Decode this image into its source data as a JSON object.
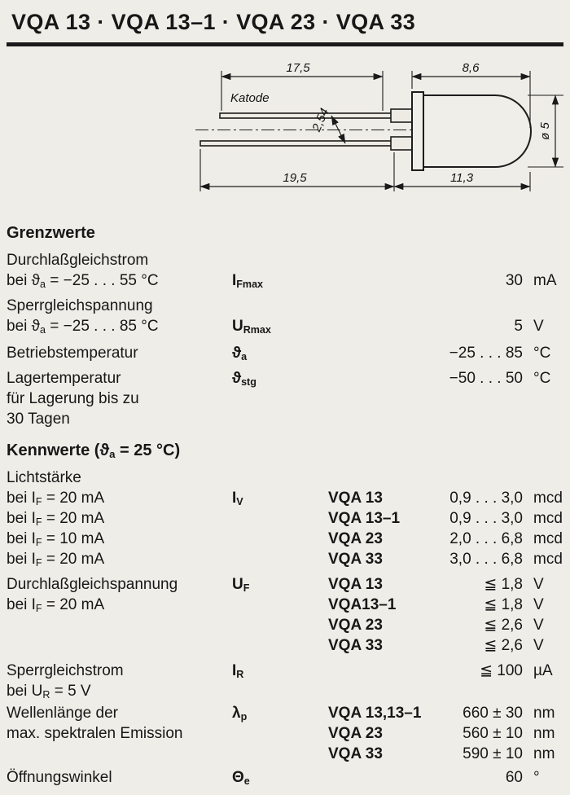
{
  "page": {
    "title": "VQA 13 · VQA 13–1 · VQA 23 · VQA 33"
  },
  "drawing": {
    "katode": "Katode",
    "dim_lead_cathode": "17,5",
    "dim_body_length": "8,6",
    "dim_pitch": "2,54",
    "dim_diameter": "ø 5",
    "dim_lead_anode": "19,5",
    "dim_body_total": "11,3"
  },
  "grenzwerte": {
    "heading": "Grenzwerte",
    "durchlassgleichstrom": {
      "label": "Durchlaßgleichstrom",
      "cond_pre": "bei ϑ",
      "cond_sub": "a",
      "cond_post": " = −25 . . . 55 °C",
      "sym": "I",
      "sym_sub": "Fmax",
      "value": "30",
      "unit": "mA"
    },
    "sperrgleichspannung": {
      "label": "Sperrgleichspannung",
      "cond_pre": "bei ϑ",
      "cond_sub": "a",
      "cond_post": " = −25 . . . 85 °C",
      "sym": "U",
      "sym_sub": "Rmax",
      "value": "5",
      "unit": "V"
    },
    "betriebstemperatur": {
      "label": "Betriebstemperatur",
      "sym": "ϑ",
      "sym_sub": "a",
      "value": "−25 . . . 85",
      "unit": "°C"
    },
    "lagertemperatur": {
      "label": "Lagertemperatur",
      "note1": "für Lagerung bis zu",
      "note2": "30 Tagen",
      "sym": "ϑ",
      "sym_sub": "stg",
      "value": "−50 . . . 50",
      "unit": "°C"
    }
  },
  "kennwerte": {
    "heading_pre": "Kennwerte (ϑ",
    "heading_sub": "a",
    "heading_post": " = 25 °C)",
    "lichtstaerke": {
      "label": "Lichtstärke",
      "sym": "I",
      "sym_sub": "V",
      "rows": [
        {
          "cond_pre": "bei I",
          "cond_sub": "F",
          "cond_post": " = 20 mA",
          "type": "VQA 13",
          "value": "0,9 . . . 3,0",
          "unit": "mcd"
        },
        {
          "cond_pre": "bei I",
          "cond_sub": "F",
          "cond_post": " = 20 mA",
          "type": "VQA 13–1",
          "value": "0,9 . . . 3,0",
          "unit": "mcd"
        },
        {
          "cond_pre": "bei I",
          "cond_sub": "F",
          "cond_post": " = 10 mA",
          "type": "VQA 23",
          "value": "2,0 . . . 6,8",
          "unit": "mcd"
        },
        {
          "cond_pre": "bei I",
          "cond_sub": "F",
          "cond_post": " = 20 mA",
          "type": "VQA 33",
          "value": "3,0 . . . 6,8",
          "unit": "mcd"
        }
      ]
    },
    "durchlassgleichspannung": {
      "label": "Durchlaßgleichspannung",
      "cond_pre": "bei I",
      "cond_sub": "F",
      "cond_post": " = 20 mA",
      "sym": "U",
      "sym_sub": "F",
      "rows": [
        {
          "type": "VQA 13",
          "value": "≦ 1,8",
          "unit": "V"
        },
        {
          "type": "VQA13–1",
          "value": "≦ 1,8",
          "unit": "V"
        },
        {
          "type": "VQA 23",
          "value": "≦ 2,6",
          "unit": "V"
        },
        {
          "type": "VQA 33",
          "value": "≦ 2,6",
          "unit": "V"
        }
      ]
    },
    "sperrgleichstrom": {
      "label": "Sperrgleichstrom",
      "cond_pre": "bei U",
      "cond_sub": "R",
      "cond_post": " = 5 V",
      "sym": "I",
      "sym_sub": "R",
      "value": "≦ 100",
      "unit": "µA"
    },
    "wellenlaenge": {
      "label1": "Wellenlänge der",
      "label2": "max. spektralen Emission",
      "sym": "λ",
      "sym_sub": "p",
      "rows": [
        {
          "type": "VQA 13,13–1",
          "value": "660 ± 30",
          "unit": "nm"
        },
        {
          "type": "VQA 23",
          "value": "560 ± 10",
          "unit": "nm"
        },
        {
          "type": "VQA 33",
          "value": "590 ± 10",
          "unit": "nm"
        }
      ]
    },
    "oeffnungswinkel": {
      "label": "Öffnungswinkel",
      "sym": "Θ",
      "sym_sub": "e",
      "value": "60",
      "unit": "°"
    }
  }
}
